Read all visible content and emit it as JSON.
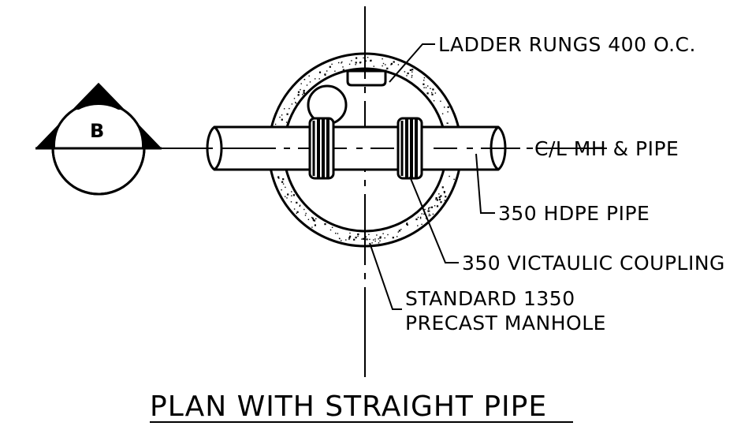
{
  "section_marker": {
    "letter": "B"
  },
  "labels": {
    "ladder_rungs": "LADDER RUNGS 400 O.C.",
    "centerline": "C/L MH & PIPE",
    "hdpe_pipe": "350 HDPE PIPE",
    "coupling": "350 VICTAULIC COUPLING",
    "manhole_line1": "STANDARD 1350",
    "manhole_line2": "PRECAST MANHOLE"
  },
  "title": "PLAN WITH STRAIGHT PIPE"
}
